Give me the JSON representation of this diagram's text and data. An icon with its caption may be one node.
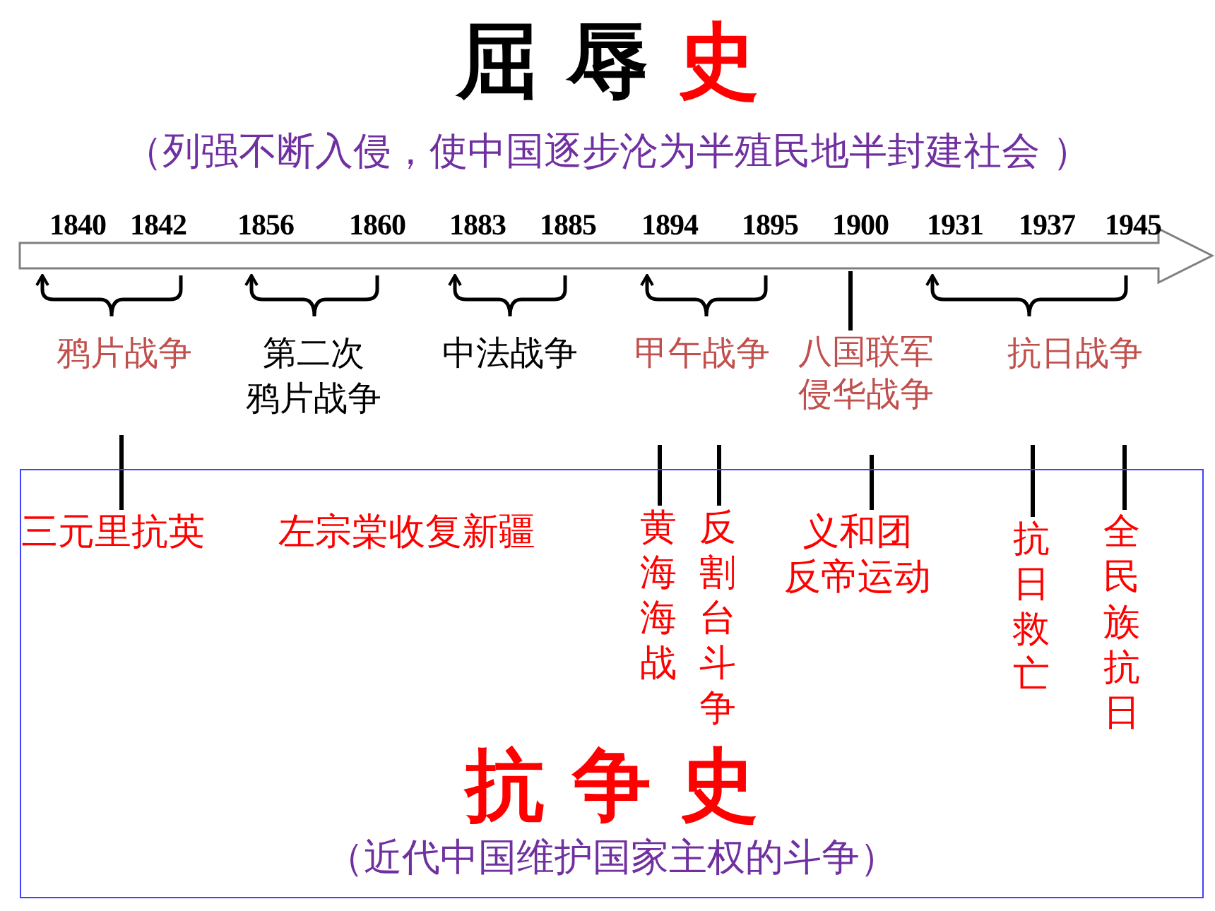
{
  "diagram": {
    "title": "屈 辱 史",
    "nodes": [
      {
        "text": [
          "抗 争 史",
          "（近代中国维护国家主权的斗争）"
        ]
      },
      {
        "text": [
          "三元里抗英"
        ],
        "in": 0
      },
      {
        "text": [
          "左宗棠收复新疆"
        ],
        "in": 0
      },
      {
        "text": [
          "黄海海战"
        ],
        "in": 0
      },
      {
        "text": [
          "反割台斗争"
        ],
        "in": 0
      },
      {
        "text": [
          "义和团反帝运动"
        ],
        "in": 0
      },
      {
        "text": [
          "抗日救亡"
        ],
        "in": 0
      },
      {
        "text": [
          "全民族抗日"
        ],
        "in": 0
      },
      {
        "text": [
          "八国联军侵华战争"
        ]
      }
    ],
    "edges": [
      {
        "from": 1,
        "to": null,
        "arrow": "none"
      },
      {
        "from": 3,
        "to": null,
        "arrow": "none"
      },
      {
        "from": 4,
        "to": null,
        "arrow": "none"
      },
      {
        "from": 5,
        "to": null,
        "arrow": "none"
      },
      {
        "from": 6,
        "to": null,
        "arrow": "none"
      },
      {
        "from": 7,
        "to": null,
        "arrow": "none"
      },
      {
        "from": 8,
        "to": null,
        "arrow": "none"
      }
    ],
    "labels": [
      "（列强不断入侵，使中国逐步沦为半殖民地半封建社会 ）",
      "1840",
      "1842",
      "1856",
      "1860",
      "1883",
      "1885",
      "1894",
      "1895",
      "1900",
      "1931",
      "1937",
      "1945",
      "鸦片战争",
      "第二次鸦片战争",
      "中法战争",
      "甲午战争",
      "抗日战争"
    ]
  }
}
